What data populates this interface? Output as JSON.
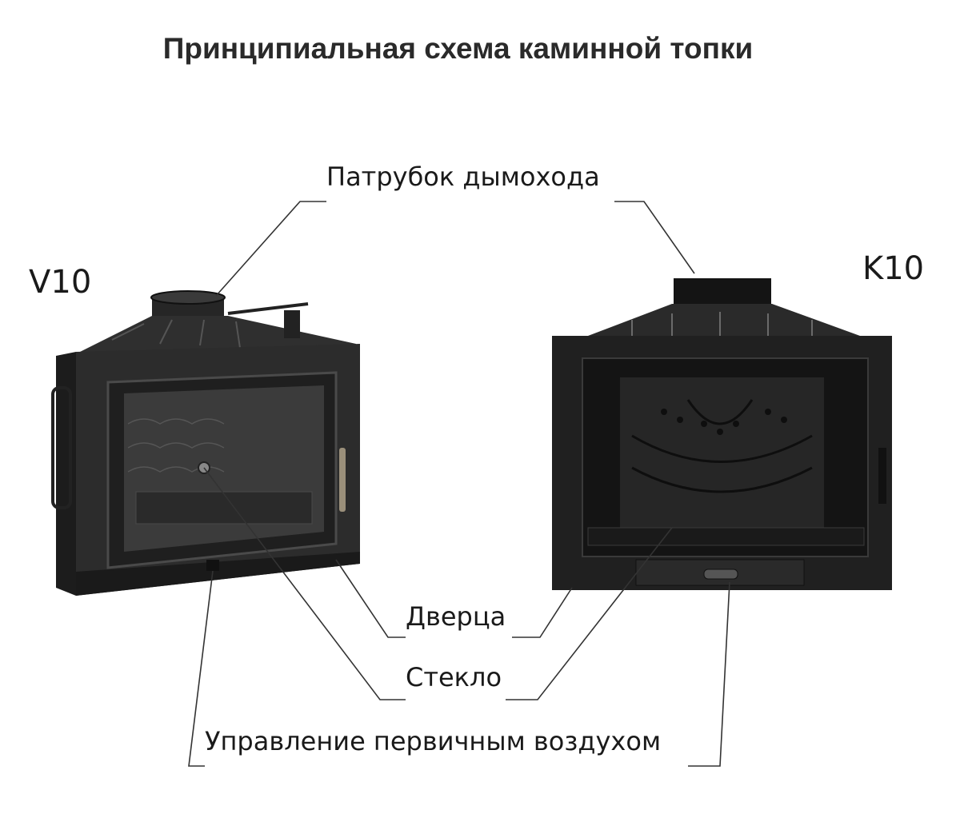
{
  "title": "Принципиальная схема каминной топки",
  "models": {
    "left": "V10",
    "right": "K10"
  },
  "labels": {
    "chimney": "Патрубок дымохода",
    "door": "Дверца",
    "glass": "Стекло",
    "air": "Управление первичным воздухом"
  },
  "colors": {
    "leader_line": "#333333",
    "metal": "#2b2b2b",
    "metal_dark": "#141414",
    "glass_tint": "#3a3a3a"
  }
}
